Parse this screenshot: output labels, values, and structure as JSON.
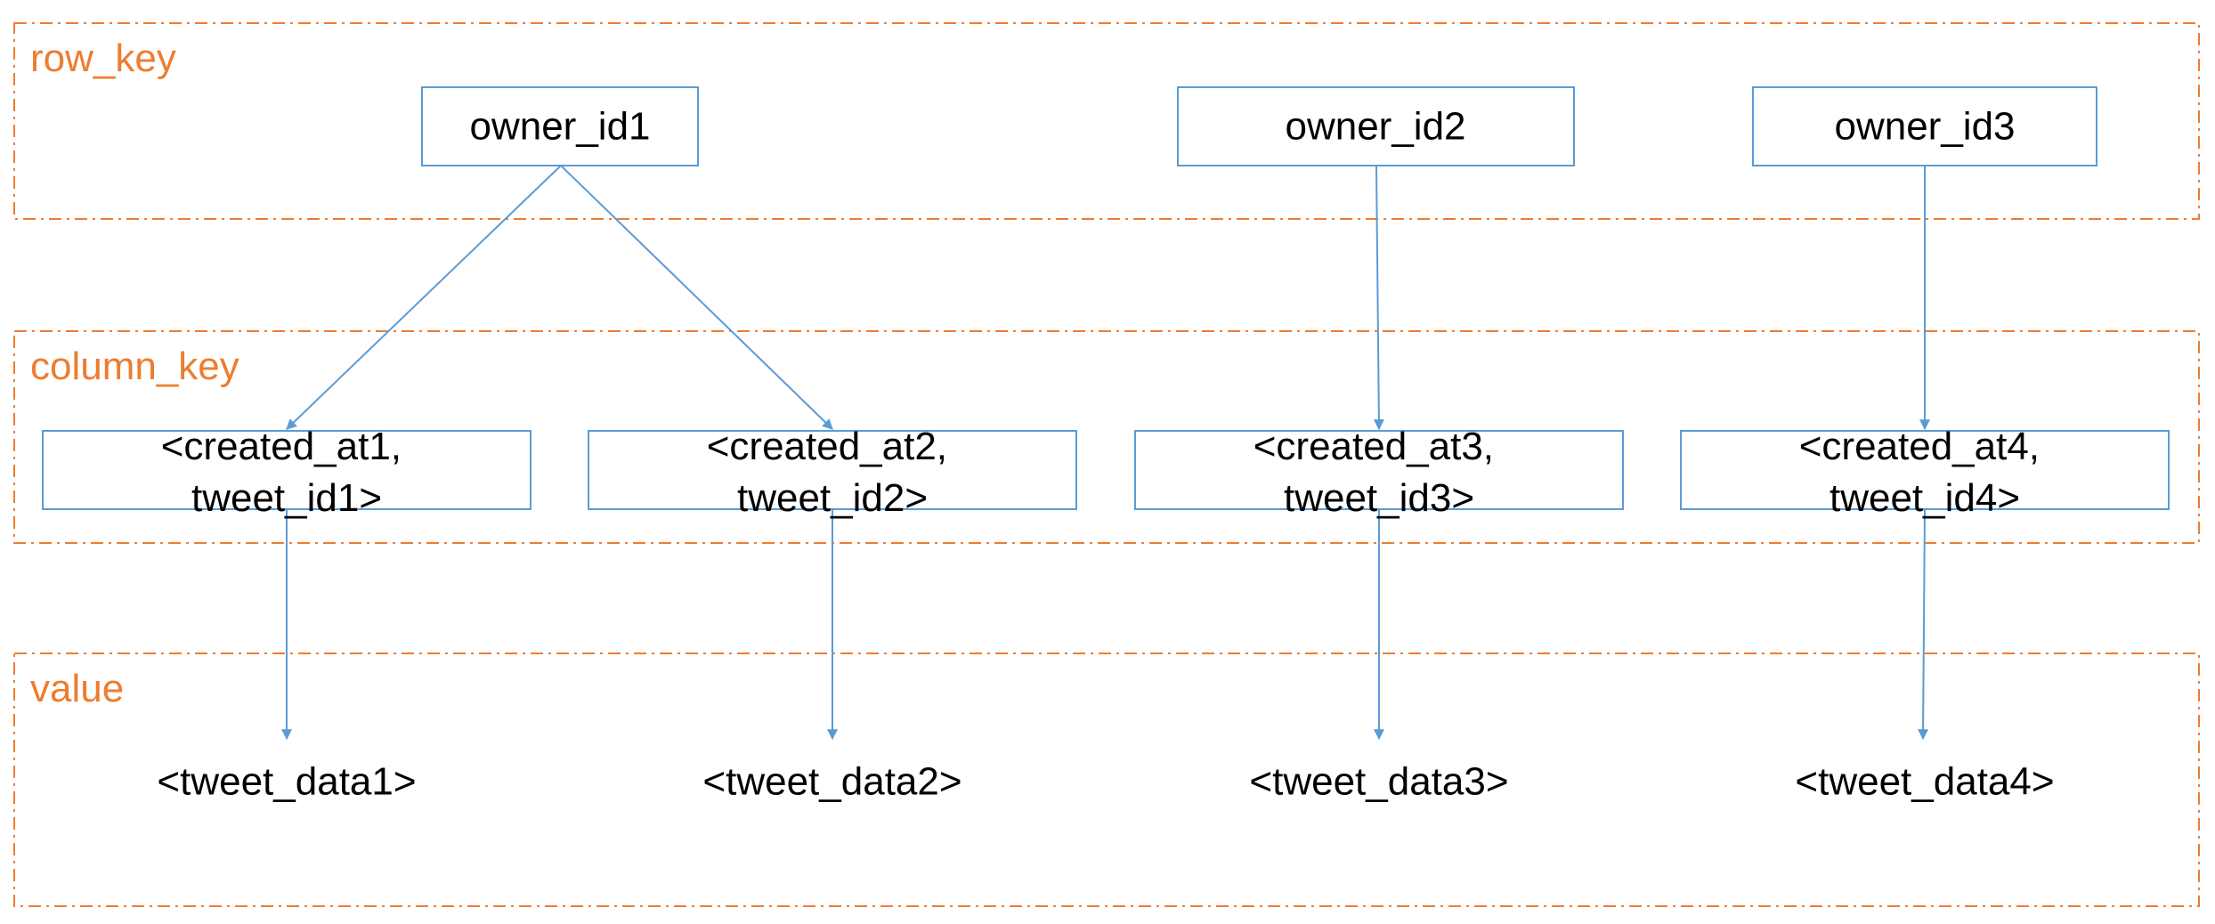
{
  "colors": {
    "region_border": "#ED7D31",
    "region_label": "#ED7D31",
    "node_border": "#5B9BD5",
    "arrow": "#5B9BD5",
    "text": "#000000",
    "background": "#FFFFFF"
  },
  "regions": [
    {
      "key": "row",
      "label": "row_key"
    },
    {
      "key": "column",
      "label": "column_key"
    },
    {
      "key": "value",
      "label": "value"
    }
  ],
  "row_keys": [
    {
      "label": "owner_id1"
    },
    {
      "label": "owner_id2"
    },
    {
      "label": "owner_id3"
    }
  ],
  "column_keys": [
    {
      "lines": [
        "<created_at1,",
        "tweet_id1>"
      ]
    },
    {
      "lines": [
        "<created_at2,",
        "tweet_id2>"
      ]
    },
    {
      "lines": [
        "<created_at3,",
        "tweet_id3>"
      ]
    },
    {
      "lines": [
        "<created_at4,",
        "tweet_id4>"
      ]
    }
  ],
  "values": [
    {
      "label": "<tweet_data1>"
    },
    {
      "label": "<tweet_data2>"
    },
    {
      "label": "<tweet_data3>"
    },
    {
      "label": "<tweet_data4>"
    }
  ],
  "edges": [
    {
      "from": "owner_id1",
      "to": "<created_at1, tweet_id1>"
    },
    {
      "from": "owner_id1",
      "to": "<created_at2, tweet_id2>"
    },
    {
      "from": "owner_id2",
      "to": "<created_at3, tweet_id3>"
    },
    {
      "from": "owner_id3",
      "to": "<created_at4, tweet_id4>"
    },
    {
      "from": "<created_at1, tweet_id1>",
      "to": "<tweet_data1>"
    },
    {
      "from": "<created_at2, tweet_id2>",
      "to": "<tweet_data2>"
    },
    {
      "from": "<created_at3, tweet_id3>",
      "to": "<tweet_data3>"
    },
    {
      "from": "<created_at4, tweet_id4>",
      "to": "<tweet_data4>"
    }
  ]
}
